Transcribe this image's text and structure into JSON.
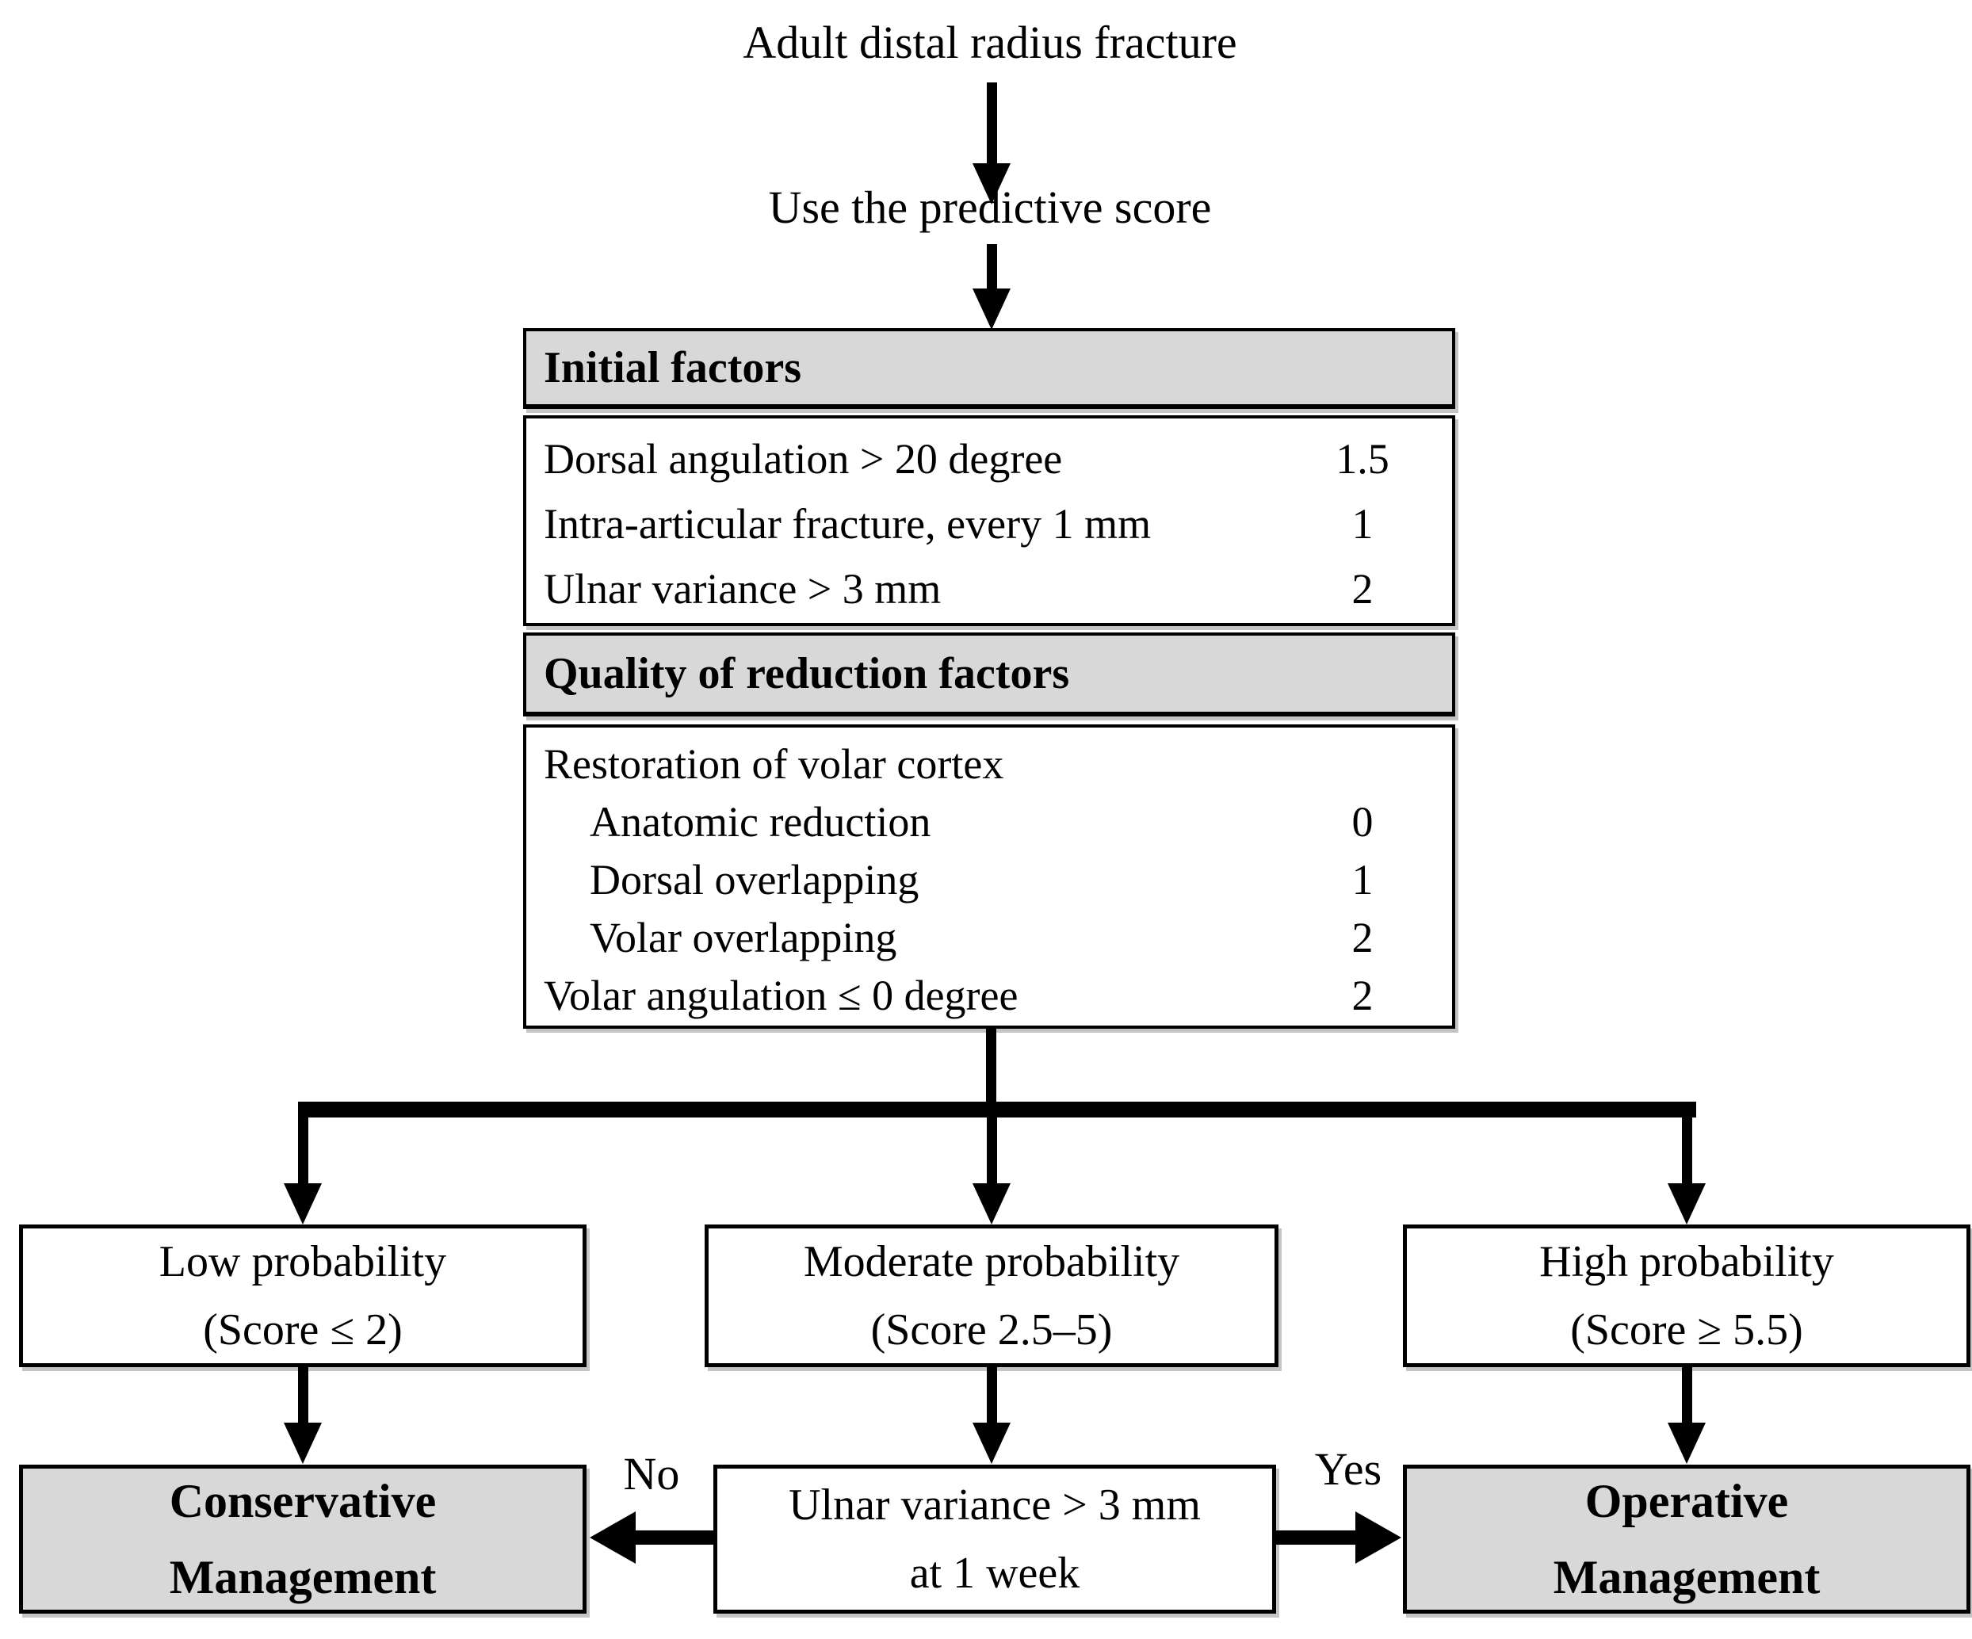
{
  "flow": {
    "title": "Adult distal radius fracture",
    "step2": "Use the predictive score"
  },
  "score_table": {
    "sections": [
      {
        "header": "Initial factors",
        "rows": [
          {
            "label": "Dorsal angulation > 20 degree",
            "value": "1.5"
          },
          {
            "label": "Intra-articular fracture, every 1 mm",
            "value": "1"
          },
          {
            "label": "Ulnar variance > 3 mm",
            "value": "2"
          }
        ]
      },
      {
        "header": "Quality of reduction factors",
        "rows": [
          {
            "label": "Restoration of volar cortex",
            "value": ""
          },
          {
            "label": "Anatomic reduction",
            "value": "0"
          },
          {
            "label": "Dorsal overlapping",
            "value": "1"
          },
          {
            "label": "Volar overlapping",
            "value": "2"
          },
          {
            "label": "Volar angulation ≤ 0 degree",
            "value": "2"
          }
        ]
      }
    ]
  },
  "branches": {
    "low": {
      "line1": "Low probability",
      "line2": "(Score ≤ 2)"
    },
    "moderate": {
      "line1": "Moderate probability",
      "line2": "(Score 2.5–5)"
    },
    "high": {
      "line1": "High probability",
      "line2": "(Score ≥ 5.5)"
    }
  },
  "outcomes": {
    "conservative": {
      "line1": "Conservative",
      "line2": "Management"
    },
    "decision": {
      "line1": "Ulnar variance > 3 mm",
      "line2": "at 1 week"
    },
    "operative": {
      "line1": "Operative",
      "line2": "Management"
    },
    "no_label": "No",
    "yes_label": "Yes"
  },
  "colors": {
    "header_fill": "#d8d8d8",
    "box_fill": "#ffffff",
    "border": "#000000"
  }
}
